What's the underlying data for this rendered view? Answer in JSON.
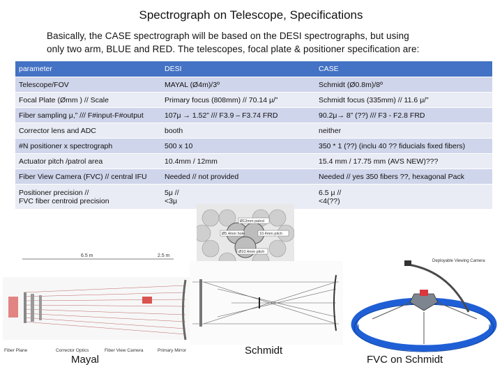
{
  "slide": {
    "title": "Spectrograph on Telescope, Specifications",
    "intro_line1": "Basically, the CASE spectrograph will be based on the DESI spectrographs, but using",
    "intro_line2": "only two arm, BLUE and RED. The telescopes, focal plate & positioner specification are:"
  },
  "table": {
    "headers": [
      "parameter",
      "DESI",
      "CASE"
    ],
    "rows": [
      [
        "Telescope/FOV",
        "MAYAL (Ø4m)/3º",
        "Schmidt (Ø0.8m)/8º"
      ],
      [
        "Focal Plate (Ømm ) // Scale",
        "Primary focus (808mm) // 70.14 μ/”",
        "Schmidt focus (335mm) // 11.6 μ/”"
      ],
      [
        "Fiber sampling μ,” /// F#input-F#output",
        "107μ → 1.52” /// F3.9 – F3.74 FRD",
        "90.2μ→ 8” (??) /// F3 - F2.8 FRD"
      ],
      [
        "Corrector lens and ADC",
        "booth",
        "neither"
      ],
      [
        "#N positioner x spectrograph",
        "500 x 10",
        "350 * 1 (??) (inclu 40 ?? fiducials fixed fibers)"
      ],
      [
        "Actuator pitch /patrol area",
        "10.4mm / 12mm",
        "15.4 mm / 17.75 mm (AVS NEW)???"
      ],
      [
        "Fiber View Camera (FVC) // central IFU",
        "Needed // not provided",
        "Needed // yes 350 fibers ??, hexagonal Pack"
      ],
      [
        "Positioner precision //\nFVC fiber centroid precision",
        "5μ //\n <3μ",
        "6.5 μ //\n<4(??)"
      ]
    ]
  },
  "figures": {
    "mayal": {
      "caption": "Mayal",
      "dim_left": "6.5 m",
      "dim_right": "2.5 m",
      "labels": [
        "Fiber Plane",
        "Corrector Optics",
        "Fiber View Camera",
        "Primary Mirror"
      ]
    },
    "positioner": {
      "labels": [
        "Ø12mm patrol",
        "Ø5.4mm hole",
        "10.4mm pitch",
        "Ø10.4mm pitch"
      ]
    },
    "schmidt": {
      "caption": "Schmidt"
    },
    "fvc": {
      "caption": "FVC on Schmidt",
      "label": "Deployable Viewing Camera"
    }
  },
  "colors": {
    "header_blue": "#4472c4",
    "row_dark": "#cfd5ea",
    "row_light": "#e9ebf5",
    "ring_blue": "#1f5fd6"
  }
}
